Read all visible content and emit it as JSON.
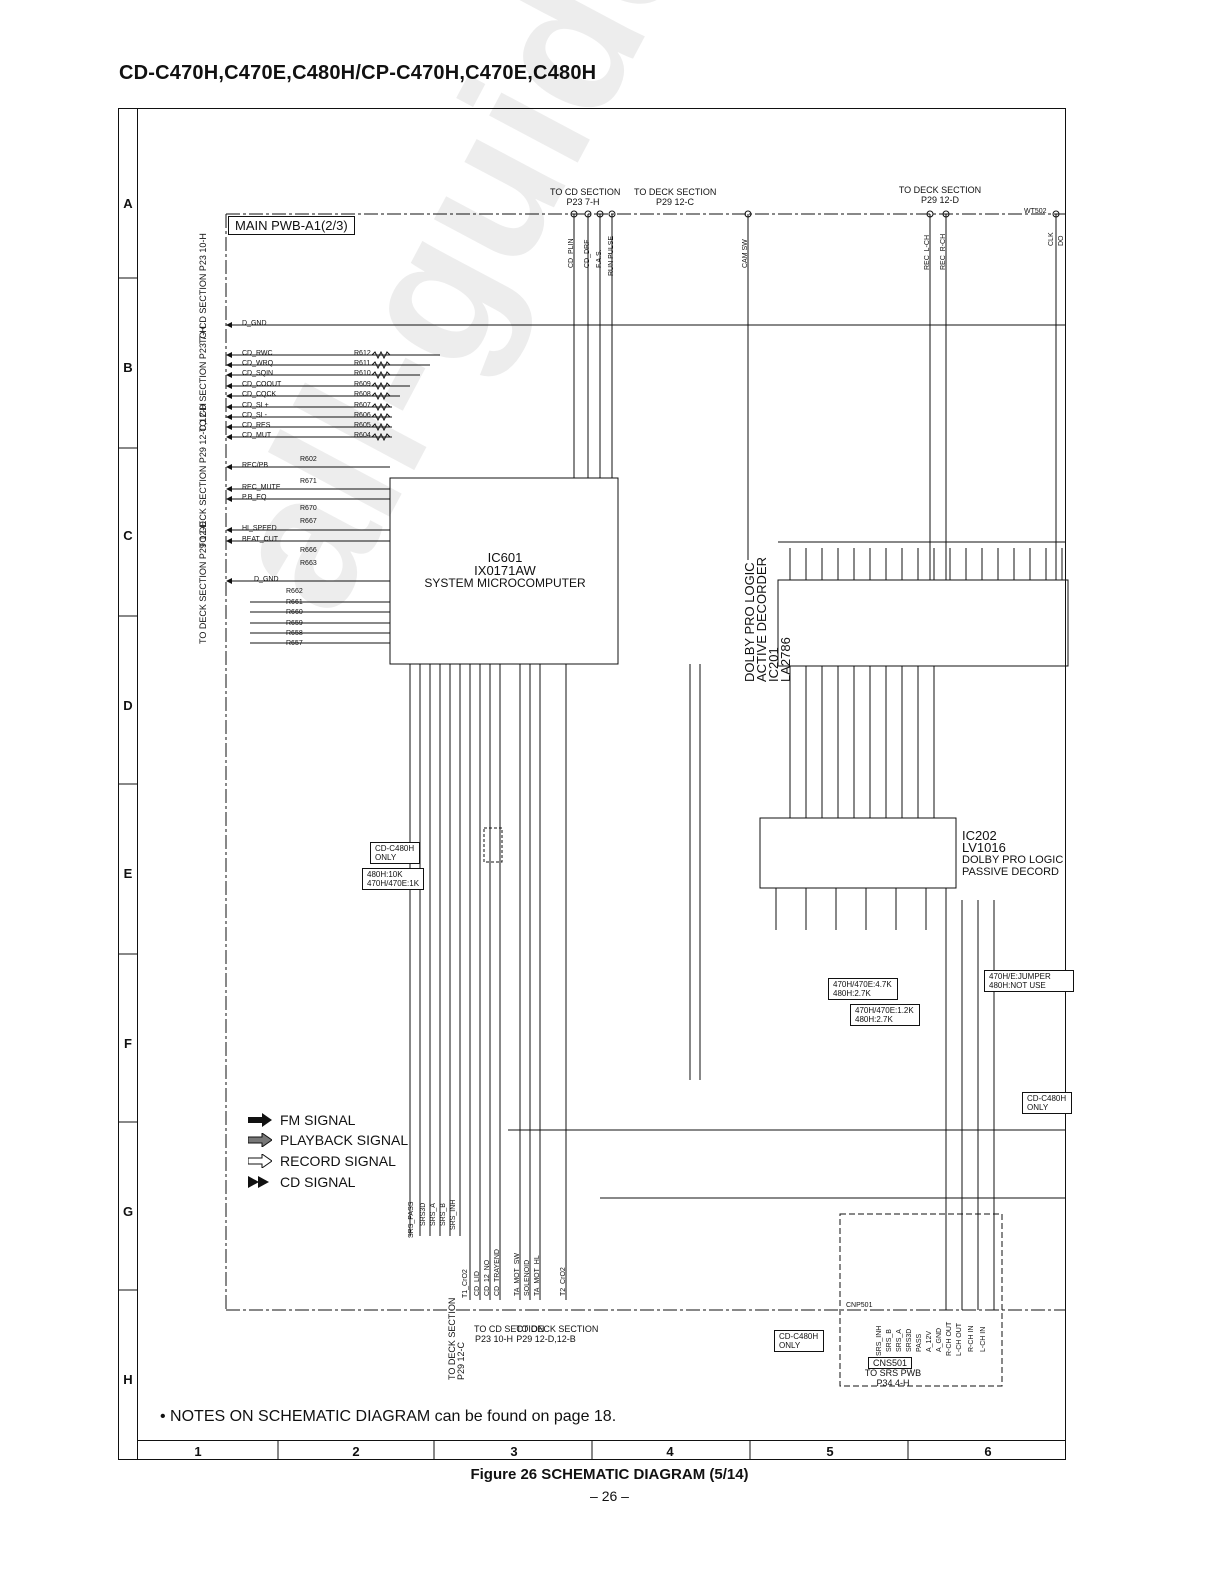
{
  "title": "CD-C470H,C470E,C480H/CP-C470H,C470E,C480H",
  "board_label": "MAIN PWB-A1(2/3)",
  "row_labels": [
    "A",
    "B",
    "C",
    "D",
    "E",
    "F",
    "G",
    "H"
  ],
  "col_labels": [
    "1",
    "2",
    "3",
    "4",
    "5",
    "6"
  ],
  "ic601": {
    "ref": "IC601",
    "part": "IX0171AW",
    "desc": "SYSTEM MICROCOMPUTER"
  },
  "ic201": {
    "ref": "IC201",
    "part": "LA2786",
    "desc1": "DOLBY PRO LOGIC",
    "desc2": "ACTIVE DECORDER"
  },
  "ic202": {
    "ref": "IC202",
    "part": "LV1016",
    "desc1": "DOLBY PRO LOGIC",
    "desc2": "PASSIVE DECORD"
  },
  "top_sections": {
    "cd_section": {
      "line1": "TO CD SECTION",
      "line2": "P23 7-H"
    },
    "deck_section_1": {
      "line1": "TO DECK SECTION",
      "line2": "P29 12-C"
    },
    "deck_section_2": {
      "line1": "TO DECK SECTION",
      "line2": "P29 12-D"
    },
    "wt502": "WT502"
  },
  "left_sections": [
    "TO CD SECTION P23 10-H",
    "TO CD SECTION P23 7-H",
    "TO DECK SECTION P29 12-C,12-H",
    "TO DECK SECTION P29 12-D"
  ],
  "left_signals": [
    "D_GND",
    "CD_RWC",
    "CD_WRQ",
    "CD_SQIN",
    "CD_COOUT",
    "CD_CQCK",
    "CD_SL+",
    "CD_SL-",
    "CD_RES",
    "CD_MUT",
    "REC/PB",
    "REC_MUTE",
    "P.B_EQ",
    "HI_SPEED",
    "BEAT_CUT",
    "D_GND"
  ],
  "resistors_left": [
    "R612",
    "R611",
    "R610",
    "R609",
    "R608",
    "R607",
    "R606",
    "R605",
    "R604",
    "R602",
    "R671",
    "R670",
    "R667",
    "R666",
    "R663",
    "R662",
    "R661",
    "R660",
    "R659",
    "R658",
    "R657"
  ],
  "top_signals": [
    "CD_PLIN",
    "CD_DRF",
    "F.A.S.",
    "RUN PULSE",
    "CAM SW",
    "REC_L-CH",
    "REC_R-CH",
    "CLK",
    "DO"
  ],
  "bottom_signals": [
    "SRS_PASS",
    "SRS3D",
    "SRS_A",
    "SRS_B",
    "SRS_INH",
    "T1_CrO2",
    "CD_LID",
    "CD_12_NO",
    "CD_TRAYEND",
    "TA_MOT_SW",
    "SOLENOID",
    "TA_MOT_HL",
    "T2_CrO2"
  ],
  "bottom_sections": [
    {
      "line1": "TO DECK SECTION",
      "line2": "P29 12-C"
    },
    {
      "line1": "TO CD SECTION",
      "line2": "P23 10-H"
    },
    {
      "line1": "TO DECK SECTION",
      "line2": "P29 12-D,12-B"
    }
  ],
  "cns501": {
    "ref": "CNS501",
    "line1": "TO SRS PWB",
    "line2": "P34 4-H",
    "cnp": "CNP501"
  },
  "cnp_pins": [
    "SRS_INH",
    "SRS_B",
    "SRS_A",
    "SRS3D",
    "PASS",
    "A_12V",
    "A_GND",
    "R-CH OUT",
    "L-CH OUT",
    "R-CH IN",
    "L-CH IN"
  ],
  "notes_boxes": {
    "cd_c480h_only": "CD-C480H ONLY",
    "r_variant": "480H:10K 470H/470E:1K",
    "jumper": "470H/E:JUMPER 480H:NOT USE",
    "r1": "470H/470E:4.7K 480H:2.7K",
    "r2": "470H/470E:1.2K 480H:2.7K"
  },
  "legend": [
    {
      "label": "FM SIGNAL",
      "icon": "solid-arrow-icon"
    },
    {
      "label": "PLAYBACK SIGNAL",
      "icon": "gray-arrow-icon"
    },
    {
      "label": "RECORD SIGNAL",
      "icon": "hollow-arrow-icon"
    },
    {
      "label": "CD SIGNAL",
      "icon": "double-arrow-icon"
    }
  ],
  "notes": "• NOTES ON SCHEMATIC DIAGRAM can be found on page 18.",
  "figure_caption": "Figure 26 SCHEMATIC DIAGRAM (5/14)",
  "page_number": "– 26 –",
  "watermark": "all-guide.com"
}
